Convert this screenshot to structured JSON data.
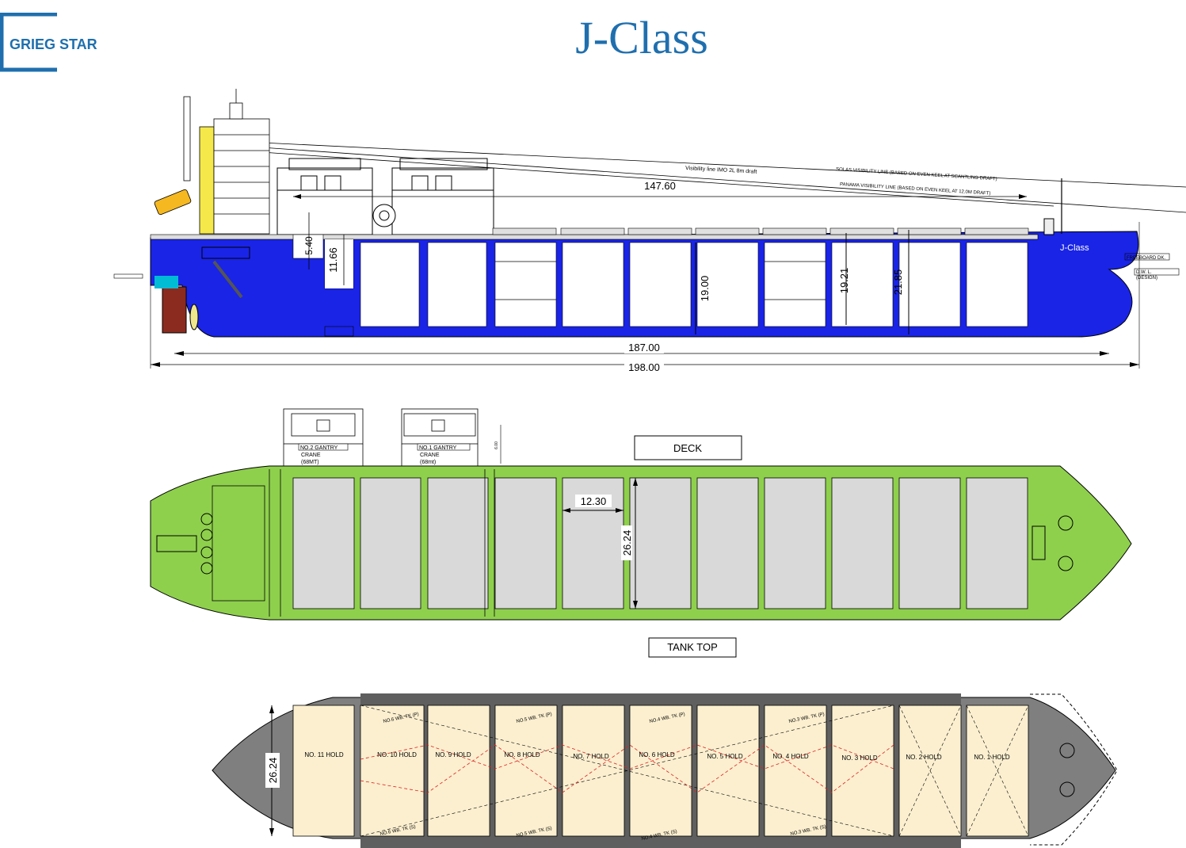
{
  "brand": {
    "name": "GRIEG STAR",
    "color": "#1f6fae"
  },
  "title": "J-Class",
  "colors": {
    "hull": "#1a24e6",
    "deck": "#8ed04c",
    "hatch": "#d9d9d9",
    "hold": "#fbefcf",
    "tank_frame": "#808080"
  },
  "profile": {
    "ship_name": "J-Class",
    "dims": {
      "len_147": "147.60",
      "len_187": "187.00",
      "len_198": "198.00",
      "h_540": "5.40",
      "h_1166": "11.66",
      "h_1900": "19.00",
      "h_1921": "19.21",
      "h_2185": "21.85"
    },
    "visibility": {
      "imo": "Visibility line IMO 2L 8m draft",
      "solas": "SOLAS VISIBILITY LINE (BASED ON EVEN KEEL AT SCANTLING DRAFT)",
      "panama": "PANAMA VISIBILITY LINE (BASED ON EVEN KEEL AT 12.0M DRAFT)"
    },
    "marks": {
      "freeboard": "FREEBOARD DK.",
      "dwl": "D.W. L.",
      "design": "(DESIGN)"
    }
  },
  "deck": {
    "label": "DECK",
    "cranes": [
      {
        "line1": "NO.2 GANTRY",
        "line2": "CRANE",
        "line3": "(68MT)"
      },
      {
        "line1": "NO.1 GANTRY",
        "line2": "CRANE",
        "line3": "(68mt)"
      }
    ],
    "crane_dim": "6.00",
    "hatch_width": "12.30",
    "breadth": "26.24"
  },
  "tank": {
    "label": "TANK TOP",
    "breadth": "26.24",
    "holds": [
      "NO. 11 HOLD",
      "NO. 10 HOLD",
      "NO. 9 HOLD",
      "NO. 8 HOLD",
      "NO. 7 HOLD",
      "NO. 6 HOLD",
      "NO. 5 HOLD",
      "NO. 4 HOLD",
      "NO. 3 HOLD",
      "NO. 2 HOLD",
      "NO. 1 HOLD"
    ],
    "wb_tanks": [
      "NO.6 WB. TK (S)",
      "NO.5 WB. TK (P)",
      "NO.4 WB. TK (P)",
      "NO.3 WB. TK (P)",
      "NO.6 WB. TK (P)",
      "NO.5 WB. TK (S)",
      "NO.4 WB. TK (S)",
      "NO.3 WB. TK (S)"
    ]
  }
}
